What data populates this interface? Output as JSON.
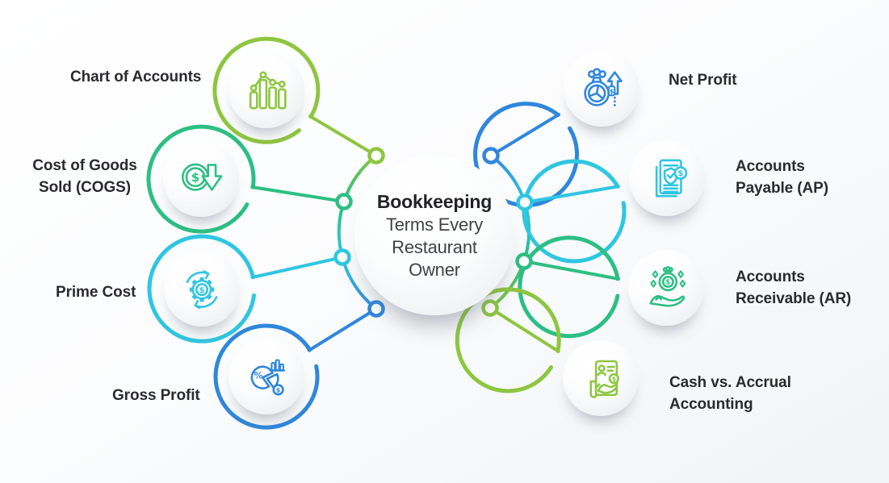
{
  "center": {
    "title": "Bookkeeping",
    "subtitle": "Terms Every\nRestaurant\nOwner"
  },
  "palette": {
    "lime": "#8dc63f",
    "green": "#2cbf83",
    "cyan": "#2fc6e1",
    "blue": "#2f87dc"
  },
  "nodes": [
    {
      "id": "chart-of-accounts",
      "label": "Chart of Accounts",
      "color": "lime",
      "icon": "bar-chart-icon"
    },
    {
      "id": "cogs",
      "label": "Cost of Goods\nSold (COGS)",
      "color": "green",
      "icon": "coin-down-arrow-icon"
    },
    {
      "id": "prime-cost",
      "label": "Prime Cost",
      "color": "cyan",
      "icon": "gear-dollar-icon"
    },
    {
      "id": "gross-profit",
      "label": "Gross Profit",
      "color": "blue",
      "icon": "pie-percent-icon"
    },
    {
      "id": "net-profit",
      "label": "Net Profit",
      "color": "blue",
      "icon": "money-bag-arrow-icon"
    },
    {
      "id": "accounts-payable",
      "label": "Accounts\nPayable (AP)",
      "color": "cyan",
      "icon": "invoice-shield-icon"
    },
    {
      "id": "accounts-receivable",
      "label": "Accounts\nReceivable (AR)",
      "color": "green",
      "icon": "hand-money-bag-icon"
    },
    {
      "id": "cash-vs-accrual",
      "label": "Cash vs. Accrual\nAccounting",
      "color": "lime",
      "icon": "receipt-hand-icon"
    }
  ]
}
